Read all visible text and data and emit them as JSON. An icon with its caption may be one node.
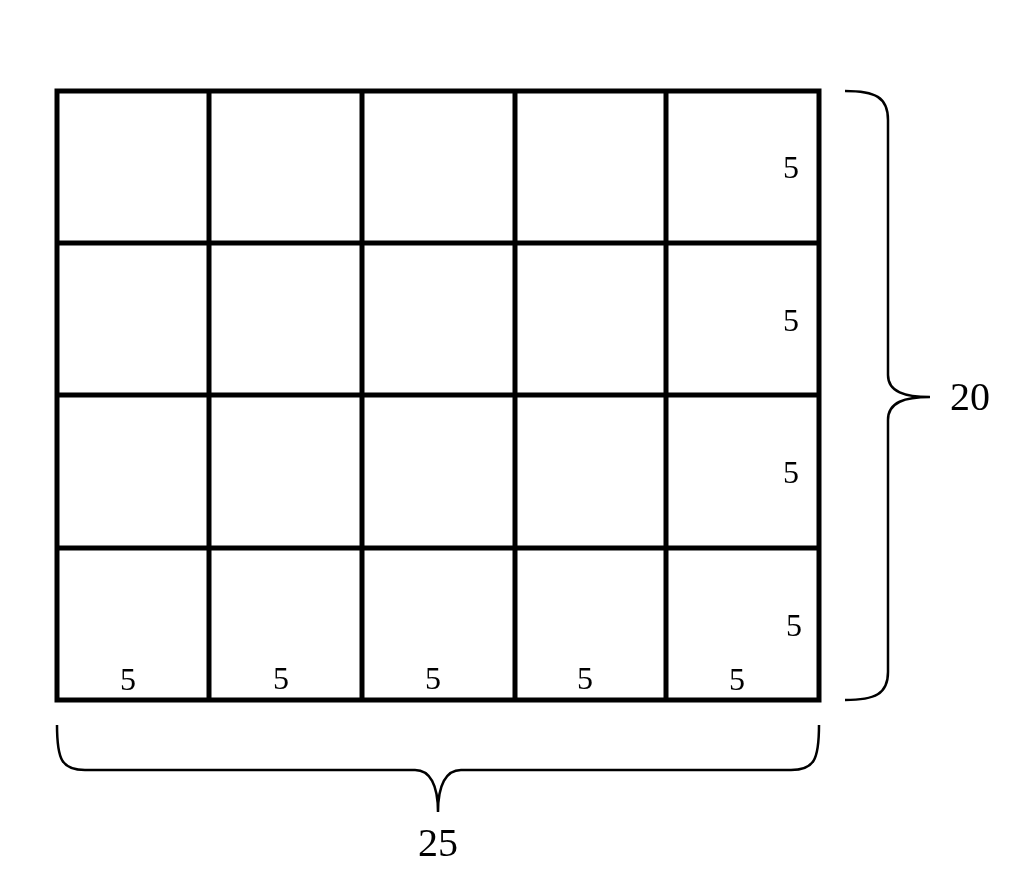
{
  "diagram": {
    "labels": [
      "5",
      "5",
      "20",
      "5",
      "5",
      "5",
      "5",
      "5",
      "5",
      "5",
      "25"
    ]
  }
}
